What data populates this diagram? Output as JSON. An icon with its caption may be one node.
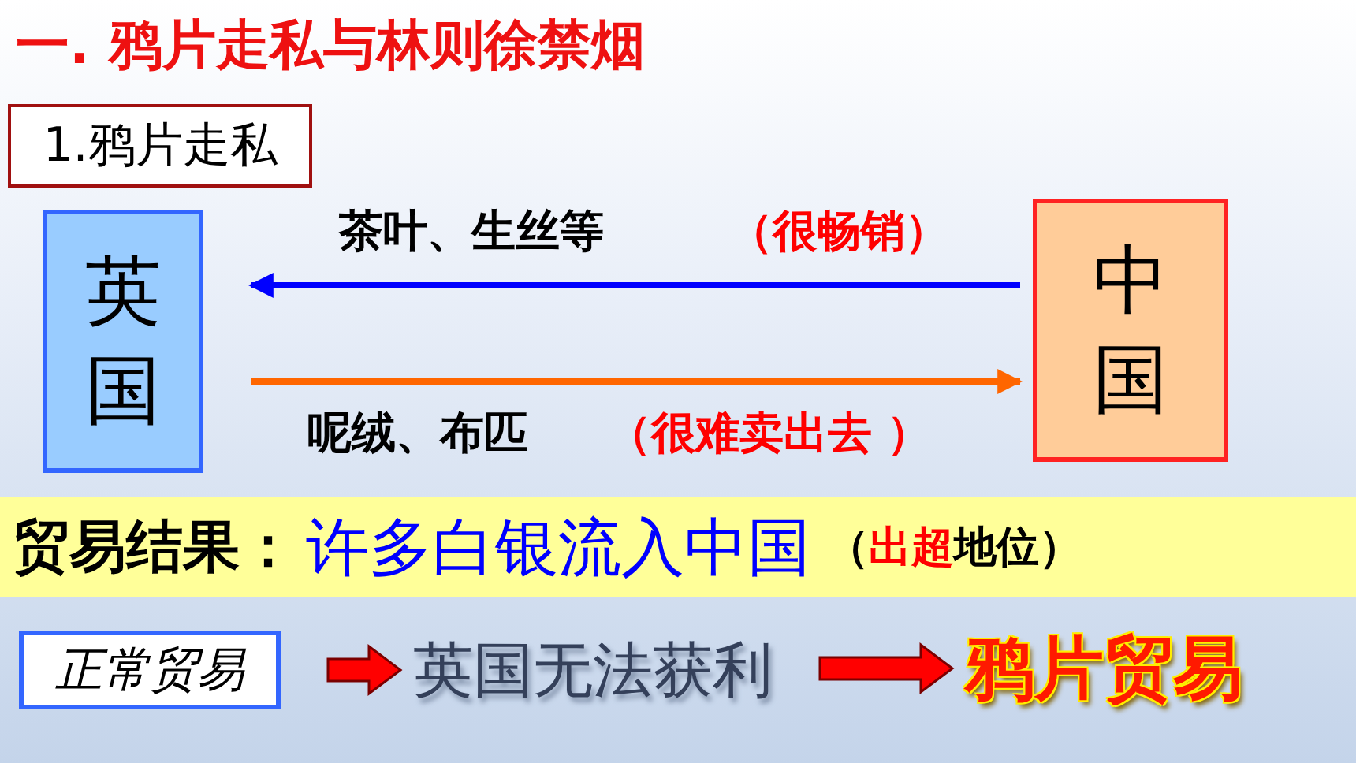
{
  "diagram": {
    "title": "一. 鸦片走私与林则徐禁烟",
    "nodes": [
      {
        "text": [
          "1.鸦片走私"
        ]
      },
      {
        "text": [
          "英国"
        ]
      },
      {
        "text": [
          "中国"
        ]
      },
      {
        "text": [
          "贸易结果：",
          "许多白银流入中国",
          "（**出超**地位）"
        ]
      },
      {
        "text": [
          "正常贸易"
        ]
      },
      {
        "text": [
          "英国无法获利"
        ]
      },
      {
        "text": [
          "鸦片贸易"
        ]
      }
    ],
    "edges": [
      {
        "from": 2,
        "to": 1,
        "arrow": "to",
        "color": "#0000ff"
      },
      {
        "from": 1,
        "to": 2,
        "arrow": "to",
        "color": "#ff6600"
      },
      {
        "from": 4,
        "to": 5,
        "arrow": "to",
        "style": "thick",
        "color": "#ff0000"
      },
      {
        "from": 5,
        "to": 6,
        "arrow": "to",
        "style": "thick",
        "color": "#ff0000"
      }
    ],
    "labels": [
      "茶叶、生丝等",
      "（很畅销）",
      "呢绒、布匹",
      "（很难卖出去 ）"
    ]
  }
}
